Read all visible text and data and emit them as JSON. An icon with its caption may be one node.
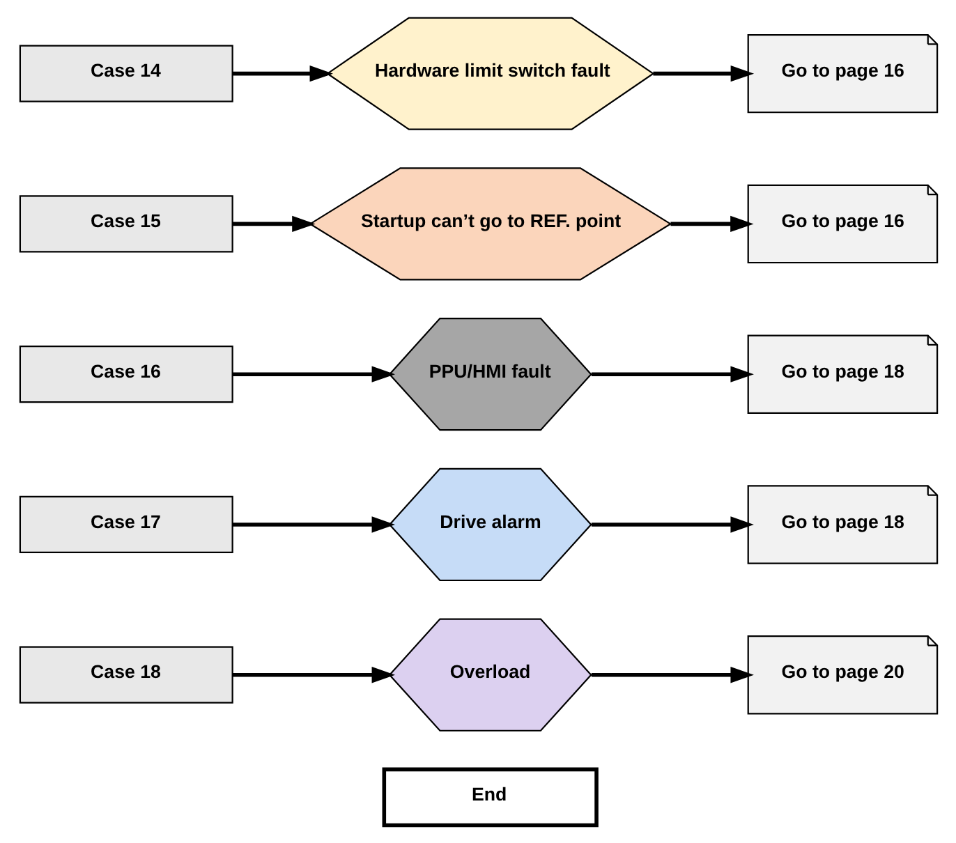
{
  "diagram": {
    "nodes": [
      {
        "text": [
          "Case 14"
        ]
      },
      {
        "text": [
          "Hardware limit switch fault"
        ]
      },
      {
        "text": [
          "Go to page 16"
        ]
      },
      {
        "text": [
          "Case 15"
        ]
      },
      {
        "text": [
          "Startup can’t go to REF. point"
        ]
      },
      {
        "text": [
          "Go to page 16"
        ]
      },
      {
        "text": [
          "Case 16"
        ]
      },
      {
        "text": [
          "PPU/HMI fault"
        ]
      },
      {
        "text": [
          "Go to page 18"
        ]
      },
      {
        "text": [
          "Case 17"
        ]
      },
      {
        "text": [
          "Drive alarm"
        ]
      },
      {
        "text": [
          "Go to page 18"
        ]
      },
      {
        "text": [
          "Case 18"
        ]
      },
      {
        "text": [
          "Overload"
        ]
      },
      {
        "text": [
          "Go to page 20"
        ]
      },
      {
        "text": [
          "End"
        ]
      }
    ],
    "edges": [
      {
        "from": 0,
        "to": 1,
        "arrow": "to"
      },
      {
        "from": 1,
        "to": 2,
        "arrow": "to"
      },
      {
        "from": 3,
        "to": 4,
        "arrow": "to"
      },
      {
        "from": 4,
        "to": 5,
        "arrow": "to"
      },
      {
        "from": 6,
        "to": 7,
        "arrow": "to"
      },
      {
        "from": 7,
        "to": 8,
        "arrow": "to"
      },
      {
        "from": 9,
        "to": 10,
        "arrow": "to"
      },
      {
        "from": 10,
        "to": 11,
        "arrow": "to"
      },
      {
        "from": 12,
        "to": 13,
        "arrow": "to"
      },
      {
        "from": 13,
        "to": 14,
        "arrow": "to"
      }
    ]
  }
}
